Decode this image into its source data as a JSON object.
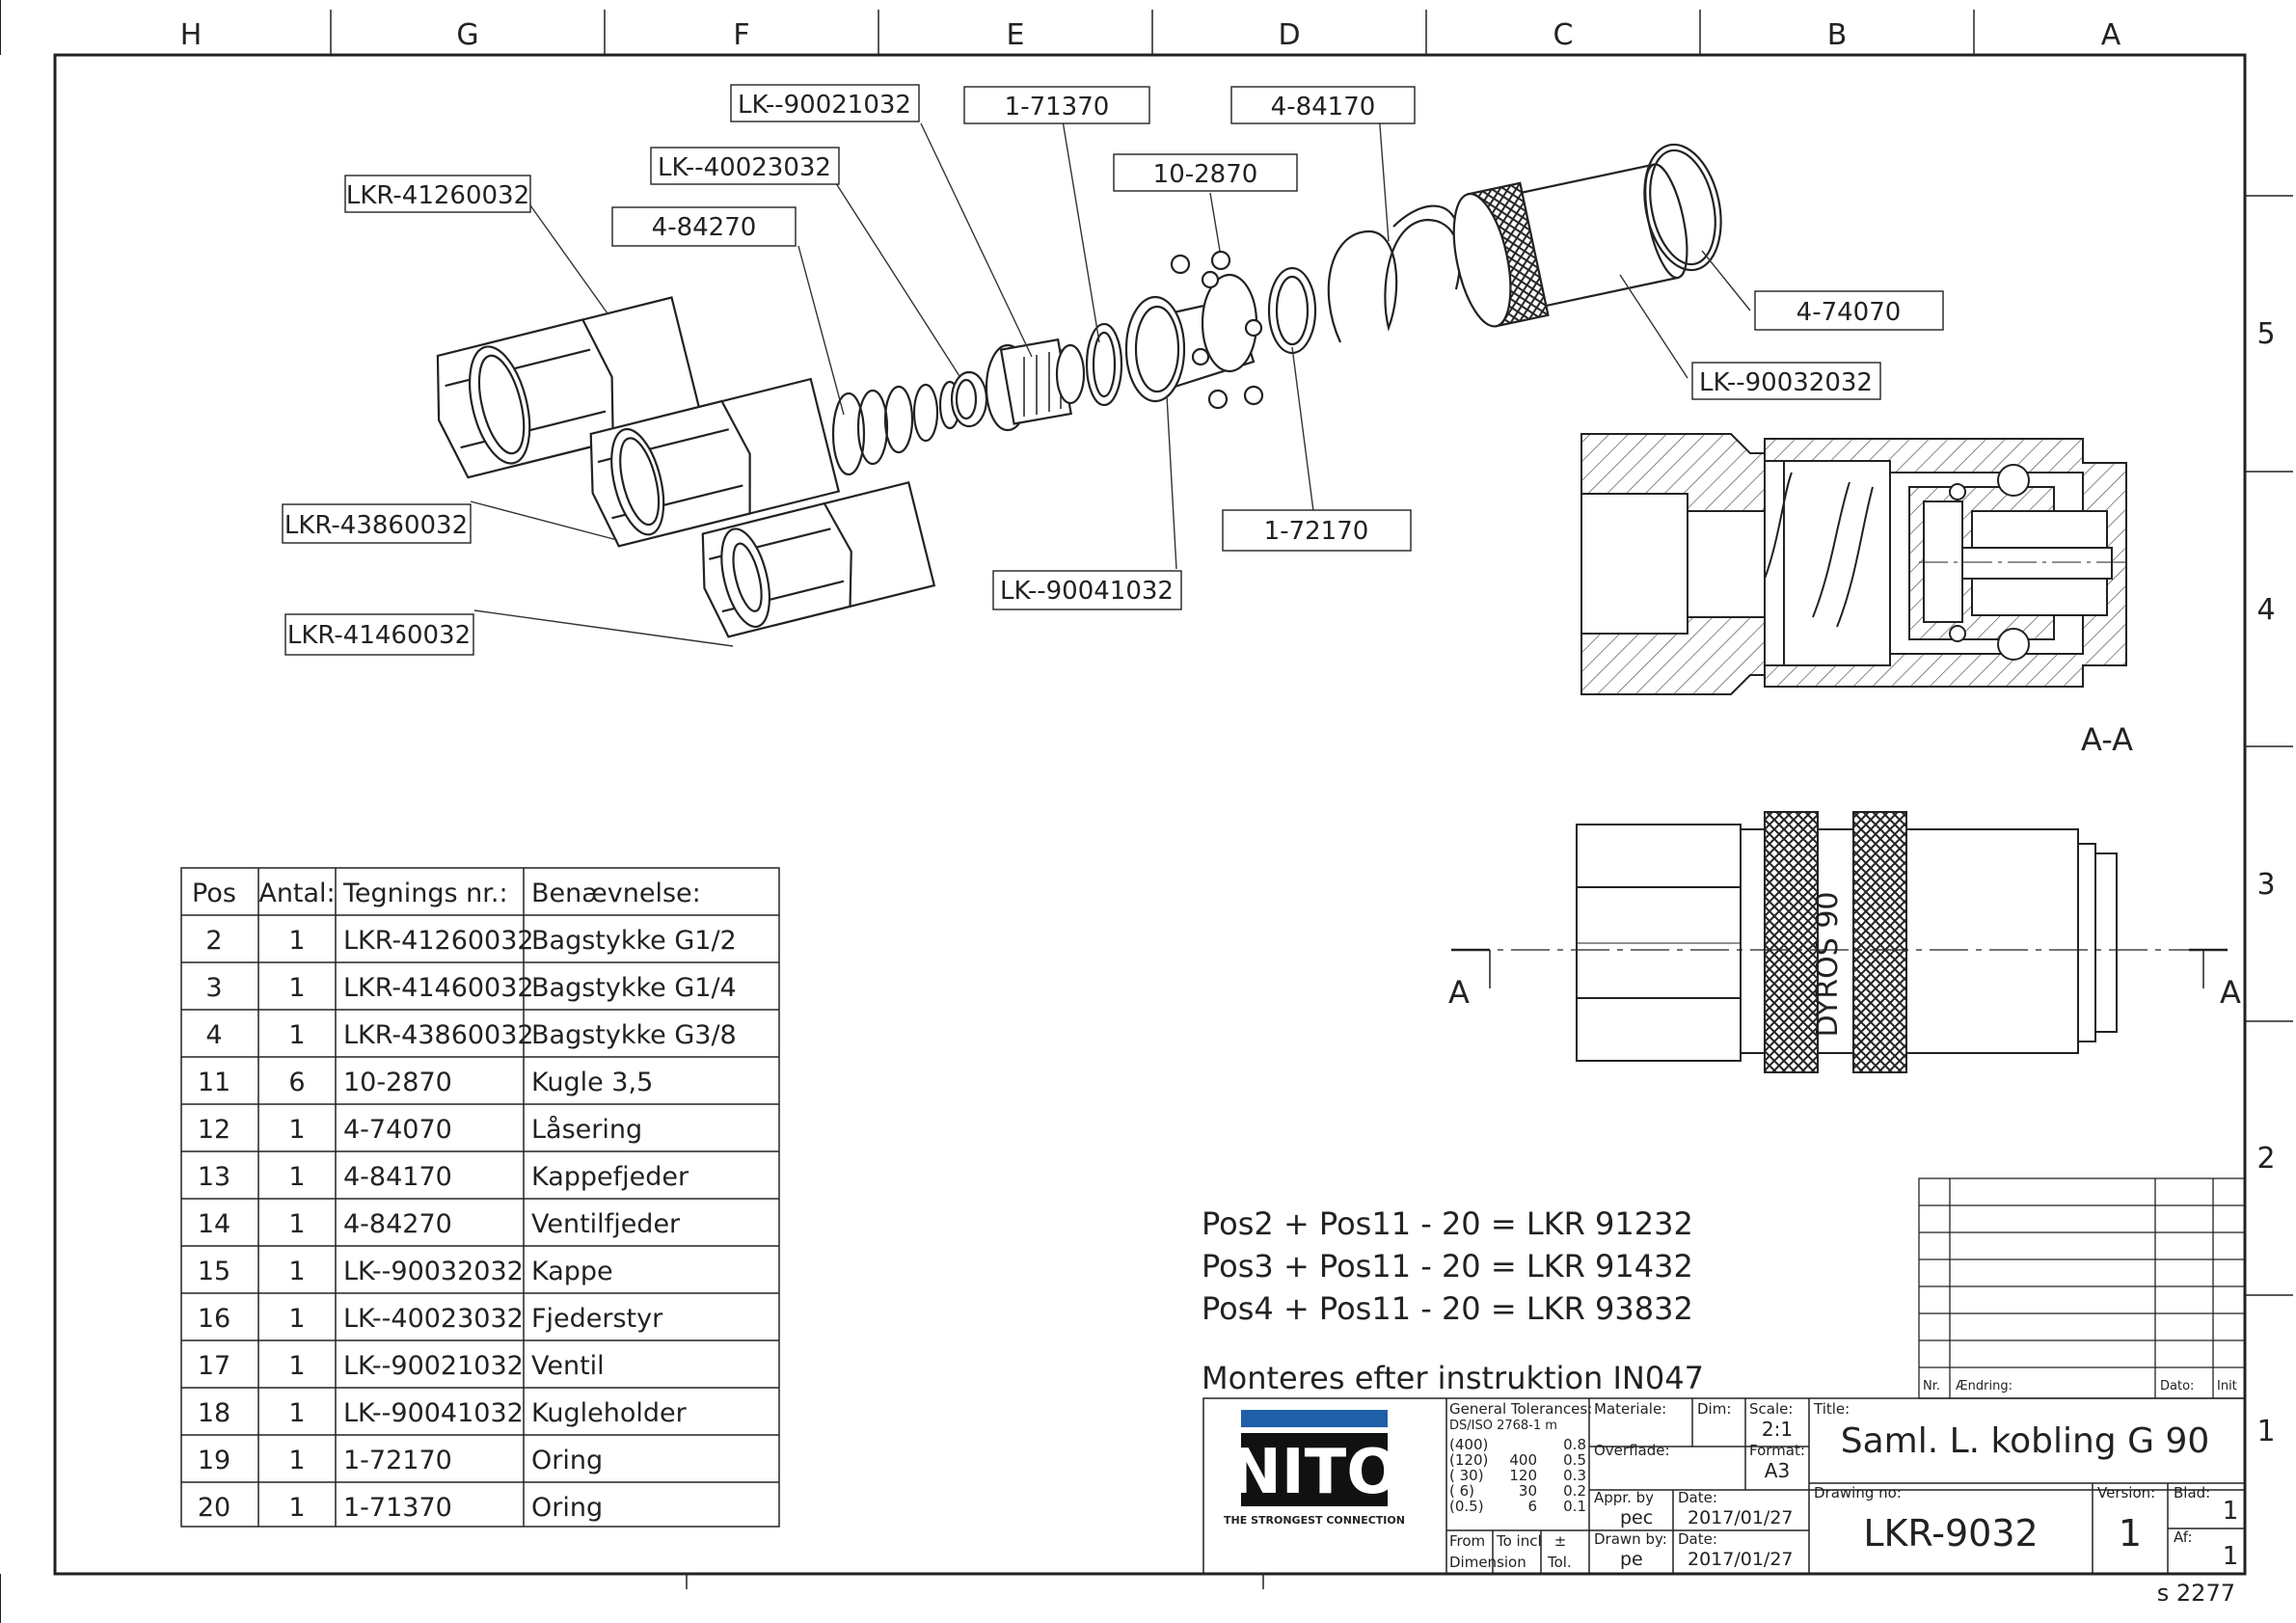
{
  "zones": {
    "columns": [
      "H",
      "G",
      "F",
      "E",
      "D",
      "C",
      "B",
      "A"
    ],
    "rows": [
      "5",
      "4",
      "3",
      "2",
      "1"
    ]
  },
  "callouts": [
    "LK--90021032",
    "1-71370",
    "4-84170",
    "10-2870",
    "LK--40023032",
    "LKR-41260032",
    "4-84270",
    "4-74070",
    "LK--90032032",
    "LKR-43860032",
    "1-72170",
    "LK--90041032",
    "LKR-41460032"
  ],
  "section_label": "A-A",
  "cut_labels": [
    "A",
    "A"
  ],
  "side_engraving": "DYROS 90",
  "bom": {
    "headers": [
      "Pos",
      "Antal:",
      "Tegnings nr.:",
      "Benævnelse:"
    ],
    "rows": [
      [
        "2",
        "1",
        "LKR-41260032",
        "Bagstykke G1/2"
      ],
      [
        "3",
        "1",
        "LKR-41460032",
        "Bagstykke G1/4"
      ],
      [
        "4",
        "1",
        "LKR-43860032",
        "Bagstykke G3/8"
      ],
      [
        "11",
        "6",
        "10-2870",
        "Kugle 3,5"
      ],
      [
        "12",
        "1",
        "4-74070",
        "Låsering"
      ],
      [
        "13",
        "1",
        "4-84170",
        "Kappefjeder"
      ],
      [
        "14",
        "1",
        "4-84270",
        "Ventilfjeder"
      ],
      [
        "15",
        "1",
        "LK--90032032",
        "Kappe"
      ],
      [
        "16",
        "1",
        "LK--40023032",
        "Fjederstyr"
      ],
      [
        "17",
        "1",
        "LK--90021032",
        "Ventil"
      ],
      [
        "18",
        "1",
        "LK--90041032",
        "Kugleholder"
      ],
      [
        "19",
        "1",
        "1-72170",
        "Oring"
      ],
      [
        "20",
        "1",
        "1-71370",
        "Oring"
      ]
    ]
  },
  "notes": [
    "Pos2 + Pos11 - 20 = LKR 91232",
    "Pos3 + Pos11 - 20 = LKR 91432",
    "Pos4 + Pos11 - 20 = LKR 93832",
    "Monteres efter instruktion IN047"
  ],
  "revision_table": {
    "headers": [
      "Nr.",
      "Ændring:",
      "Dato:",
      "Init"
    ]
  },
  "title_block": {
    "logo_text": "NITO",
    "logo_tagline": "THE STRONGEST CONNECTION",
    "tolerance_title": "General Tolerances:",
    "tolerance_std": "DS/ISO 2768-1 m",
    "tolerance_rows": [
      [
        "(400)",
        "",
        "0.8"
      ],
      [
        "(120)",
        "400",
        "0.5"
      ],
      [
        "( 30)",
        "120",
        "0.3"
      ],
      [
        "(  6)",
        "30",
        "0.2"
      ],
      [
        "(0.5)",
        "6",
        "0.1"
      ]
    ],
    "from_label": "From",
    "to_label": "To incl",
    "pm_label": "±",
    "dimension_label": "Dimension",
    "tol_label": "Tol.",
    "material_label": "Materiale:",
    "dim_label": "Dim:",
    "scale_label": "Scale:",
    "scale_value": "2:1",
    "format_label": "Format:",
    "format_value": "A3",
    "surface_label": "Overflade:",
    "appr_label": "Appr. by",
    "appr_value": "pec",
    "date_label": "Date:",
    "date1": "2017/01/27",
    "drawn_label": "Drawn by:",
    "drawn_value": "pe",
    "date2": "2017/01/27",
    "title_label": "Title:",
    "title_value": "Saml. L. kobling G 90",
    "drawing_no_label": "Drawing no:",
    "drawing_no": "LKR-9032",
    "version_label": "Version:",
    "version_value": "1",
    "blad_label": "Blad:",
    "blad_value": "1",
    "af_label": "Af:",
    "af_value": "1"
  },
  "sheet_id": "s 2277",
  "colors": {
    "line": "#222222",
    "logo_blue": "#1f5fa8",
    "hatch": "#555555"
  }
}
